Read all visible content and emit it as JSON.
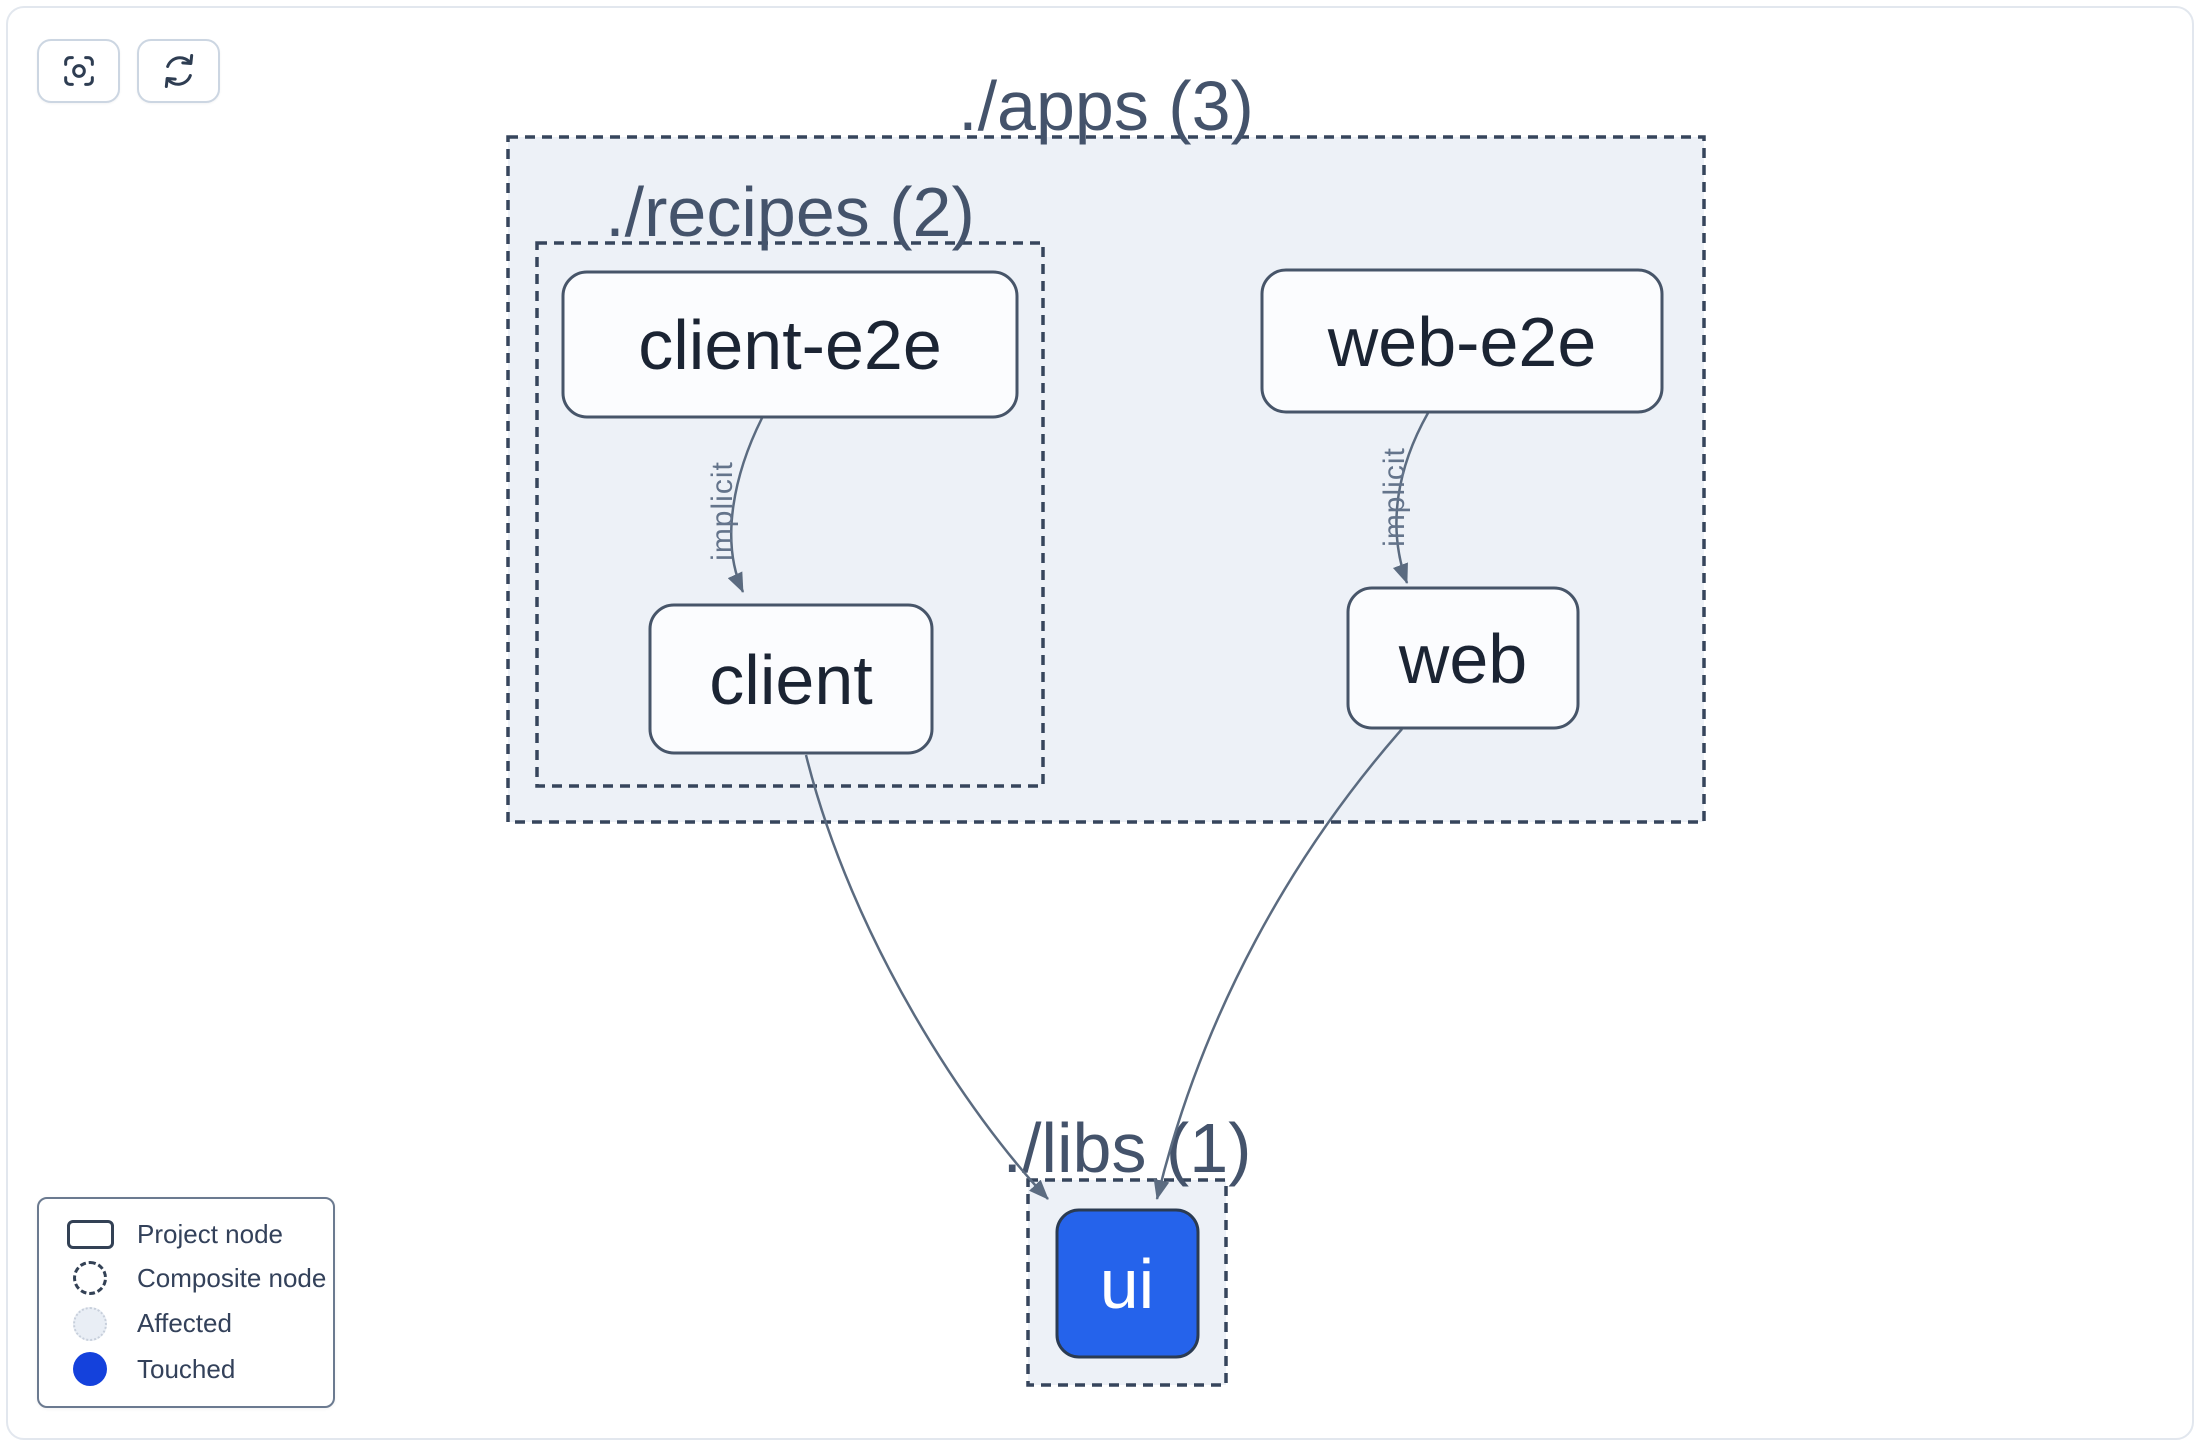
{
  "toolbar": {
    "buttons": [
      {
        "name": "focus",
        "icon": "crosshair-focus-icon"
      },
      {
        "name": "refresh",
        "icon": "refresh-cycle-icon"
      }
    ]
  },
  "graph": {
    "clusters": [
      {
        "id": "apps",
        "label": "./apps (3)"
      },
      {
        "id": "recipes",
        "label": "./recipes (2)"
      },
      {
        "id": "libs",
        "label": "./libs (1)"
      }
    ],
    "nodes": [
      {
        "id": "client-e2e",
        "label": "client-e2e",
        "type": "project",
        "state": "default"
      },
      {
        "id": "web-e2e",
        "label": "web-e2e",
        "type": "project",
        "state": "default"
      },
      {
        "id": "client",
        "label": "client",
        "type": "project",
        "state": "default"
      },
      {
        "id": "web",
        "label": "web",
        "type": "project",
        "state": "default"
      },
      {
        "id": "ui",
        "label": "ui",
        "type": "project",
        "state": "touched"
      }
    ],
    "edges": [
      {
        "from": "client-e2e",
        "to": "client",
        "label": "implicit"
      },
      {
        "from": "web-e2e",
        "to": "web",
        "label": "implicit"
      },
      {
        "from": "client",
        "to": "ui",
        "label": ""
      },
      {
        "from": "web",
        "to": "ui",
        "label": ""
      }
    ]
  },
  "legend": {
    "items": [
      {
        "icon": "project-node-swatch",
        "label": "Project node"
      },
      {
        "icon": "composite-node-swatch",
        "label": "Composite node"
      },
      {
        "icon": "affected-swatch",
        "label": "Affected"
      },
      {
        "icon": "touched-swatch",
        "label": "Touched"
      }
    ]
  },
  "colors": {
    "touched_node": "#2563eb",
    "legend_touched": "#1441dc",
    "affected_fill": "#e9eef5",
    "cluster_fill": "#edf1f7",
    "edge": "#5b6b80",
    "node_border": "#475569",
    "cluster_border": "#36455c"
  }
}
